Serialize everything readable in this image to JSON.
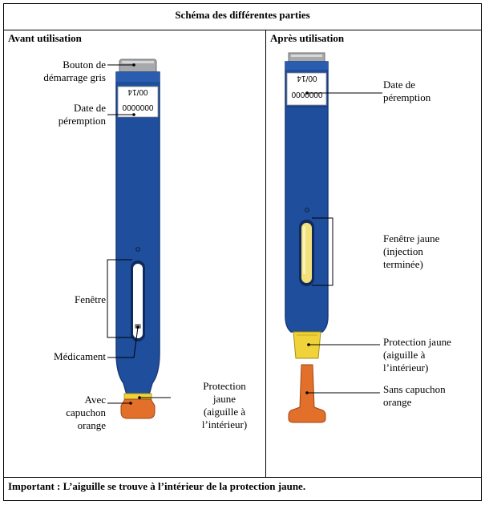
{
  "title": "Schéma des différentes parties",
  "left": {
    "header": "Avant utilisation",
    "labels": {
      "start_button": [
        "Bouton de",
        "démarrage gris"
      ],
      "expiry_date": [
        "Date de",
        "péremption"
      ],
      "window": "Fenêtre",
      "medication": "Médicament",
      "orange_cap": [
        "Avec",
        "capuchon",
        "orange"
      ],
      "yellow_shield": [
        "Protection",
        "jaune",
        "(aiguille à",
        "l’intérieur)"
      ]
    },
    "label_printed": [
      "00/14",
      "0000000"
    ]
  },
  "right": {
    "header": "Après utilisation",
    "labels": {
      "expiry_date": [
        "Date de",
        "péremption"
      ],
      "yellow_window": [
        "Fenêtre jaune",
        "(injection",
        "terminée)"
      ],
      "yellow_shield": [
        "Protection jaune",
        "(aiguille à",
        "l’intérieur)"
      ],
      "no_cap": [
        "Sans capuchon",
        "orange"
      ]
    },
    "label_printed": [
      "00/14",
      "0000000"
    ]
  },
  "footer": "Important : L’aiguille se trouve à l’intérieur de la protection jaune.",
  "colors": {
    "pen_blue": "#1f4e9c",
    "pen_dark": "#17397a",
    "cap_orange": "#e2702a",
    "shield_yellow": "#f0d23a",
    "window_yellow": "#f3e27c",
    "button_gray": "#a7a9ac"
  }
}
